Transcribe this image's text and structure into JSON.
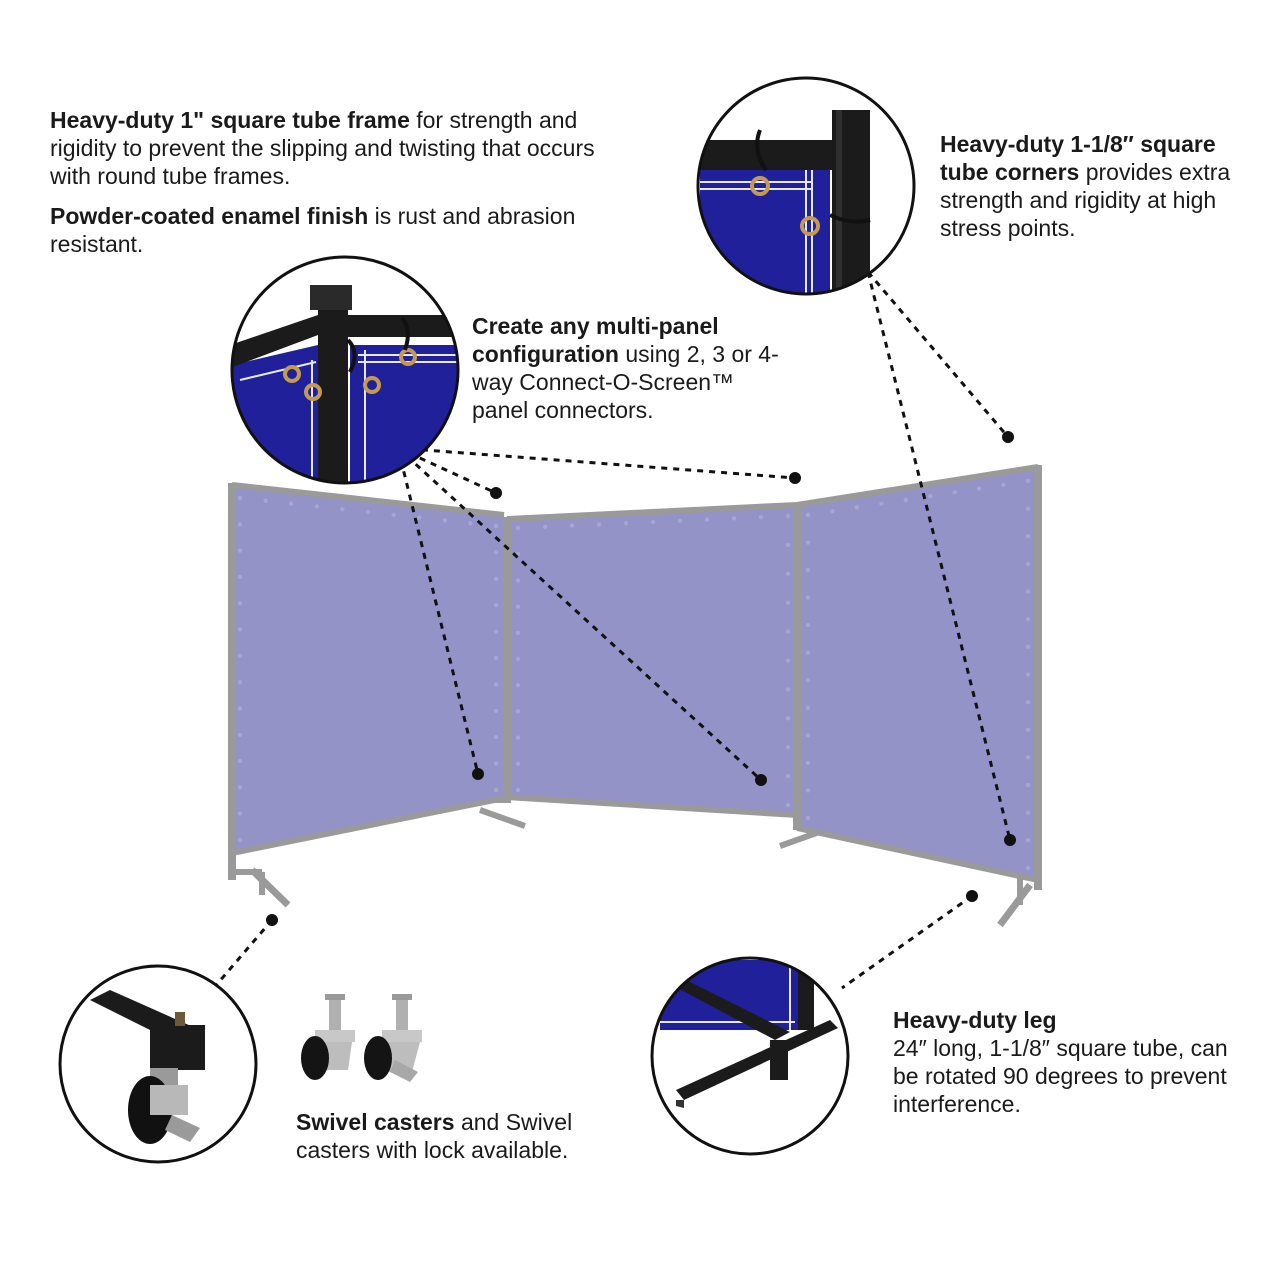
{
  "captions": {
    "frame": {
      "bold": "Heavy-duty 1\" square tube frame",
      "rest": " for strength and rigidity to prevent the slipping and twisting that occurs with round tube frames."
    },
    "finish": {
      "bold": "Powder-coated enamel finish",
      "rest": " is rust and abrasion resistant."
    },
    "connect": {
      "bold": "Create any multi-panel configuration",
      "rest": " using 2, 3 or 4-way Connect-O-Screen™ panel connectors."
    },
    "corners": {
      "bold": "Heavy-duty 1-1/8″ square tube corners",
      "rest": " provides extra strength and rigidity at high stress points."
    },
    "leg": {
      "bold": "Heavy-duty leg",
      "rest": "24″ long, 1-1/8″ square tube, can be rotated 90 degrees to prevent interference."
    },
    "casters": {
      "bold": "Swivel casters",
      "rest": " and Swivel casters with lock available."
    }
  },
  "colors": {
    "panel": "#9493c8",
    "panel_edge": "#a6a5d4",
    "frame": "#9a9a9a",
    "frame_dark": "#7e7e7e",
    "curtain_detail": "#20209a",
    "black_tube": "#1b1b1b",
    "grommet": "#c49a52"
  },
  "icons": {
    "connector_detail": "panel-connector-detail-icon",
    "corner_detail": "corner-tube-detail-icon",
    "caster_detail": "caster-detail-icon",
    "leg_detail": "leg-detail-icon"
  }
}
